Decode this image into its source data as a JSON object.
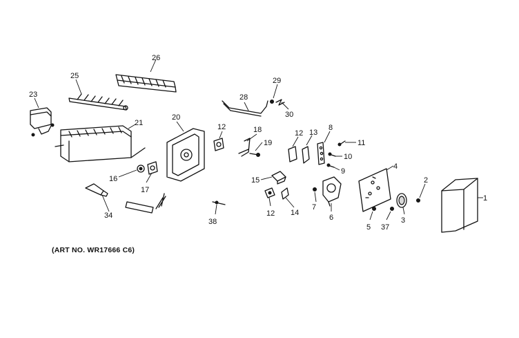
{
  "diagram": {
    "art_number": "(ART NO. WR17666 C6)",
    "callouts": [
      {
        "id": "c1",
        "label": "1"
      },
      {
        "id": "c2",
        "label": "2"
      },
      {
        "id": "c3",
        "label": "3"
      },
      {
        "id": "c4",
        "label": "4"
      },
      {
        "id": "c5",
        "label": "5"
      },
      {
        "id": "c6",
        "label": "6"
      },
      {
        "id": "c7",
        "label": "7"
      },
      {
        "id": "c8",
        "label": "8"
      },
      {
        "id": "c9",
        "label": "9"
      },
      {
        "id": "c10",
        "label": "10"
      },
      {
        "id": "c11",
        "label": "11"
      },
      {
        "id": "c12a",
        "label": "12"
      },
      {
        "id": "c12b",
        "label": "12"
      },
      {
        "id": "c12c",
        "label": "12"
      },
      {
        "id": "c13",
        "label": "13"
      },
      {
        "id": "c14",
        "label": "14"
      },
      {
        "id": "c15",
        "label": "15"
      },
      {
        "id": "c16",
        "label": "16"
      },
      {
        "id": "c17",
        "label": "17"
      },
      {
        "id": "c18",
        "label": "18"
      },
      {
        "id": "c19",
        "label": "19"
      },
      {
        "id": "c20",
        "label": "20"
      },
      {
        "id": "c21",
        "label": "21"
      },
      {
        "id": "c23",
        "label": "23"
      },
      {
        "id": "c25",
        "label": "25"
      },
      {
        "id": "c26",
        "label": "26"
      },
      {
        "id": "c28",
        "label": "28"
      },
      {
        "id": "c29",
        "label": "29"
      },
      {
        "id": "c30",
        "label": "30"
      },
      {
        "id": "c34",
        "label": "34"
      },
      {
        "id": "c37",
        "label": "37"
      },
      {
        "id": "c38",
        "label": "38"
      }
    ]
  }
}
